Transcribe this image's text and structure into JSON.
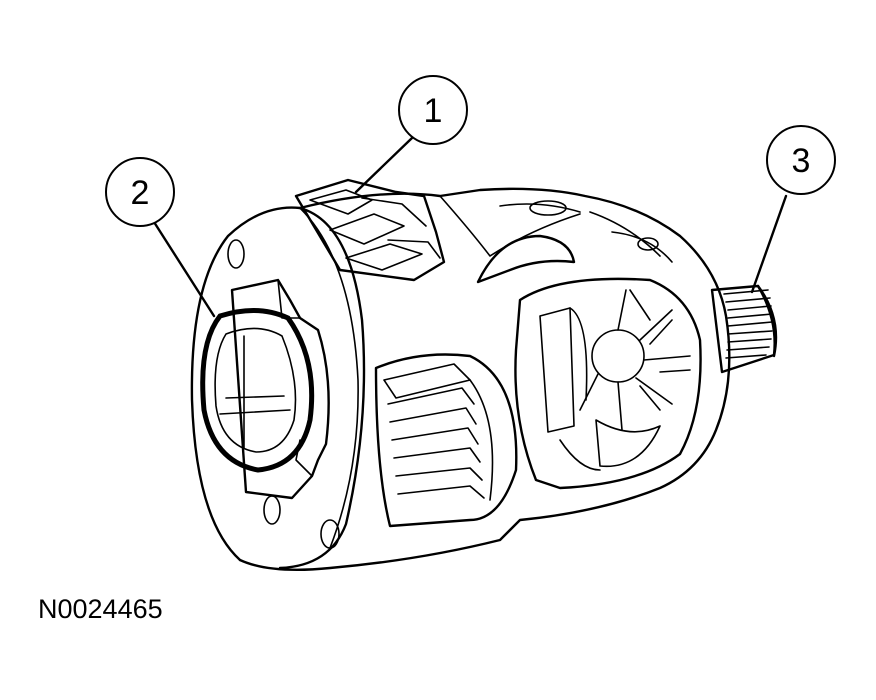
{
  "figure": {
    "id": "N0024465"
  },
  "callouts": [
    {
      "number": "1"
    },
    {
      "number": "2"
    },
    {
      "number": "3"
    }
  ],
  "icons": [
    "differential-case",
    "ring-gear-teeth",
    "side-bearing",
    "pinion-gear",
    "output-spline"
  ]
}
